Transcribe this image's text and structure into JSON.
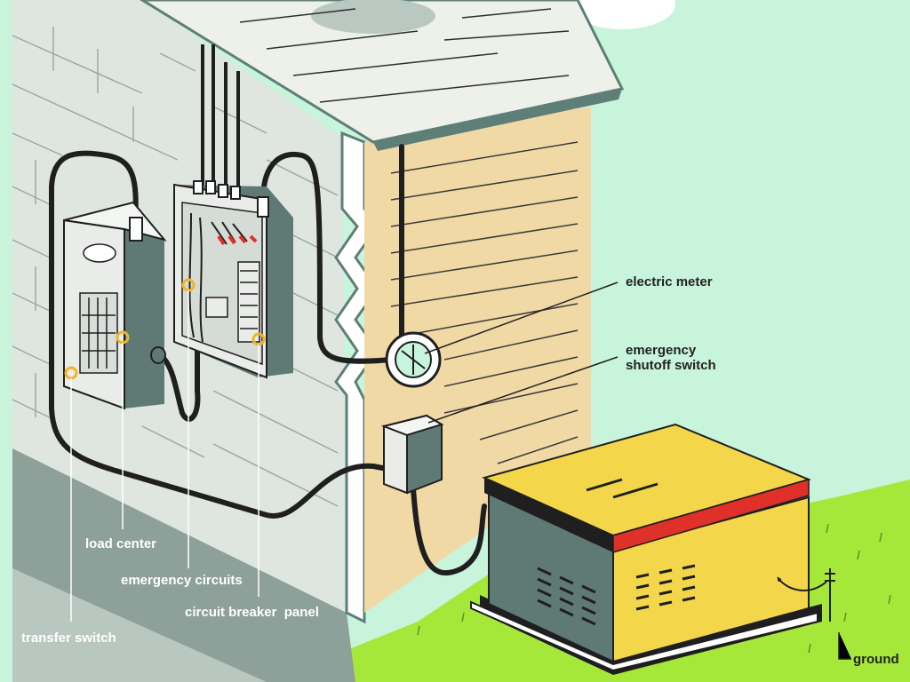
{
  "labels": {
    "electric_meter": "electric meter",
    "emergency_shutoff_1": "emergency",
    "emergency_shutoff_2": "shutoff switch",
    "load_center": "load center",
    "emergency_circuits": "emergency circuits",
    "circuit_breaker_panel": "circuit breaker  panel",
    "transfer_switch": "transfer switch",
    "ground": "ground"
  },
  "colors": {
    "sky": "#c8f4dc",
    "grass": "#a6e83a",
    "brick_wall": "#dfe6e0",
    "wall_shadow": "#8ea09a",
    "siding": "#f1d9a6",
    "roof": "#eef0ea",
    "roof_edge": "#5e7f78",
    "generator_body": "#f3d64a",
    "generator_side": "#5f7a75",
    "generator_stripe": "#e0302a",
    "panel_gray": "#e9ece8",
    "marker_ring": "#f0b429",
    "cable": "#1f1f1f"
  }
}
